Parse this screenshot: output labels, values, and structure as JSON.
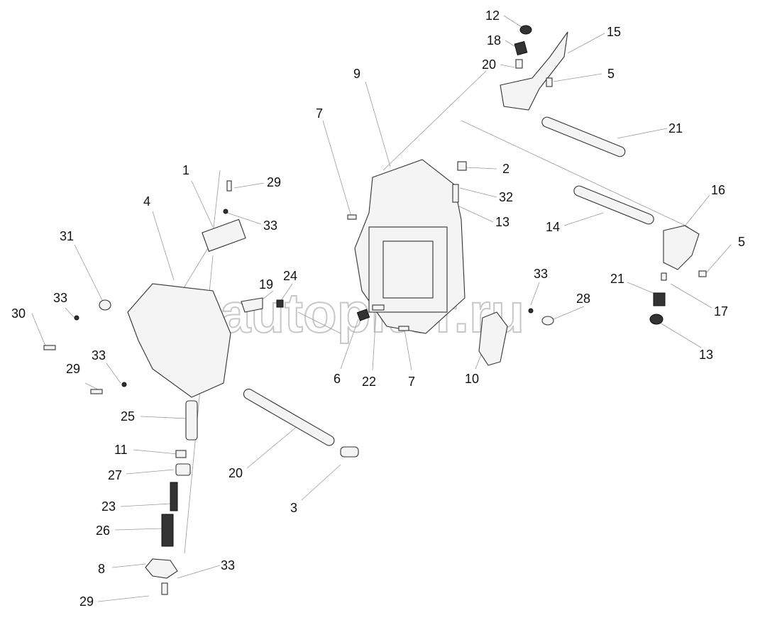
{
  "watermark": "autopiter.ru",
  "labels": [
    "12",
    "18",
    "20",
    "15",
    "5",
    "21",
    "9",
    "7",
    "2",
    "32",
    "13",
    "16",
    "14",
    "5",
    "1",
    "29",
    "33",
    "4",
    "31",
    "33",
    "30",
    "19",
    "24",
    "33",
    "21",
    "28",
    "17",
    "13",
    "29",
    "33",
    "6",
    "22",
    "7",
    "10",
    "25",
    "11",
    "27",
    "20",
    "3",
    "23",
    "26",
    "8",
    "33",
    "29"
  ]
}
